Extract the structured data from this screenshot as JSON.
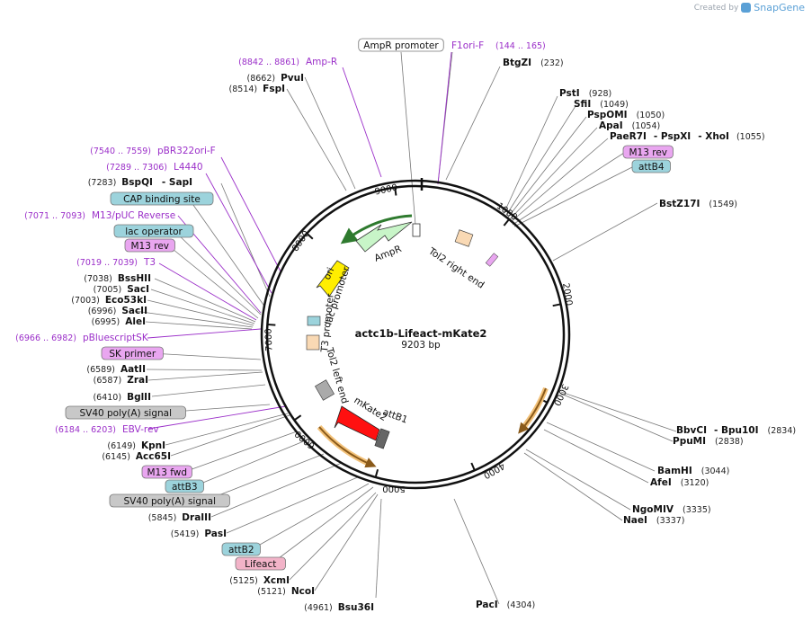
{
  "credit": {
    "prefix": "Created by",
    "brand": "SnapGene",
    "icon": "snapgene-logo-icon"
  },
  "plasmid": {
    "name": "actc1b-Lifeact-mKate2",
    "size": "9203 bp"
  },
  "ruler": [
    "1000",
    "2000",
    "3000",
    "4000",
    "5000",
    "6000",
    "7000",
    "8000",
    "9000"
  ],
  "enzymes_right": [
    {
      "name": "BtgZI",
      "pos": "(232)"
    },
    {
      "name": "PstI",
      "pos": "(928)"
    },
    {
      "name": "SfiI",
      "pos": "(1049)"
    },
    {
      "name": "PspOMI",
      "pos": "(1050)"
    },
    {
      "name": "ApaI",
      "pos": "(1054)"
    },
    {
      "name": "PaeR7I",
      "pos": "(1055)",
      "extra": [
        "- PspXI",
        "- XhoI"
      ]
    },
    {
      "name": "BstZ17I",
      "pos": "(1549)"
    },
    {
      "name": "BbvCI",
      "pos": "(2834)",
      "extra": [
        "- Bpu10I"
      ]
    },
    {
      "name": "PpuMI",
      "pos": "(2838)"
    },
    {
      "name": "BamHI",
      "pos": "(3044)"
    },
    {
      "name": "AfeI",
      "pos": "(3120)"
    },
    {
      "name": "NgoMIV",
      "pos": "(3335)"
    },
    {
      "name": "NaeI",
      "pos": "(3337)"
    },
    {
      "name": "PacI",
      "pos": "(4304)"
    }
  ],
  "enzymes_left": [
    {
      "name": "PvuI",
      "pos": "(8662)"
    },
    {
      "name": "FspI",
      "pos": "(8514)"
    },
    {
      "name": "BspQI",
      "pos": "(7283)",
      "extra": [
        "- SapI"
      ]
    },
    {
      "name": "BssHII",
      "pos": "(7038)"
    },
    {
      "name": "SacI",
      "pos": "(7005)"
    },
    {
      "name": "Eco53kI",
      "pos": "(7003)"
    },
    {
      "name": "SacII",
      "pos": "(6996)"
    },
    {
      "name": "AleI",
      "pos": "(6995)"
    },
    {
      "name": "AatII",
      "pos": "(6589)"
    },
    {
      "name": "ZraI",
      "pos": "(6587)"
    },
    {
      "name": "BglII",
      "pos": "(6410)"
    },
    {
      "name": "KpnI",
      "pos": "(6149)"
    },
    {
      "name": "Acc65I",
      "pos": "(6145)"
    },
    {
      "name": "DraIII",
      "pos": "(5845)"
    },
    {
      "name": "PasI",
      "pos": "(5419)"
    },
    {
      "name": "XcmI",
      "pos": "(5125)"
    },
    {
      "name": "NcoI",
      "pos": "(5121)"
    },
    {
      "name": "Bsu36I",
      "pos": "(4961)"
    }
  ],
  "primers": [
    {
      "name": "F1ori-F",
      "pos": "(144 .. 165)"
    },
    {
      "name": "Amp-R",
      "pos": "(8842 .. 8861)"
    },
    {
      "name": "pBR322ori-F",
      "pos": "(7540 .. 7559)"
    },
    {
      "name": "L4440",
      "pos": "(7289 .. 7306)"
    },
    {
      "name": "M13/pUC Reverse",
      "pos": "(7071 .. 7093)"
    },
    {
      "name": "T3",
      "pos": "(7019 .. 7039)"
    },
    {
      "name": "pBluescriptSK",
      "pos": "(6966 .. 6982)"
    },
    {
      "name": "EBV-rev",
      "pos": "(6184 .. 6203)"
    }
  ],
  "boxed_labels": [
    {
      "text": "AmpR promoter",
      "type": "promoter",
      "color": "#ffffff"
    },
    {
      "text": "M13 rev",
      "type": "primer_bind",
      "color": "#e9a6f0"
    },
    {
      "text": "attB4",
      "type": "recomb",
      "color": "#9cd3dc"
    },
    {
      "text": "CAP binding site",
      "type": "protein_bind",
      "color": "#9cd3dc"
    },
    {
      "text": "lac operator",
      "type": "protein_bind",
      "color": "#9cd3dc"
    },
    {
      "text": "M13 rev",
      "type": "primer_bind",
      "color": "#e9a6f0"
    },
    {
      "text": "SK primer",
      "type": "primer_bind",
      "color": "#e9a6f0"
    },
    {
      "text": "SV40 poly(A) signal",
      "type": "terminator",
      "color": "#c8c8c8"
    },
    {
      "text": "M13 fwd",
      "type": "primer_bind",
      "color": "#e9a6f0"
    },
    {
      "text": "attB3",
      "type": "recomb",
      "color": "#9cd3dc"
    },
    {
      "text": "SV40 poly(A) signal",
      "type": "terminator",
      "color": "#c8c8c8"
    },
    {
      "text": "attB2",
      "type": "recomb",
      "color": "#9cd3dc"
    },
    {
      "text": "Lifeact",
      "type": "cds",
      "color": "#f2b3c8"
    }
  ],
  "inner_features": [
    {
      "text": "AmpR",
      "color": "#c8f5c8"
    },
    {
      "text": "ori",
      "color": "#ffee00"
    },
    {
      "text": "lac promoter",
      "color": "#ffffff"
    },
    {
      "text": "T3 promoter",
      "color": "#ffffff"
    },
    {
      "text": "Tol2 left end",
      "color": "#f9d9b4"
    },
    {
      "text": "Tol2 right end",
      "color": "#f9d9b4"
    },
    {
      "text": "mKate2",
      "color": "#ff0000"
    },
    {
      "text": "attB1",
      "color": "#9cd3dc"
    }
  ]
}
